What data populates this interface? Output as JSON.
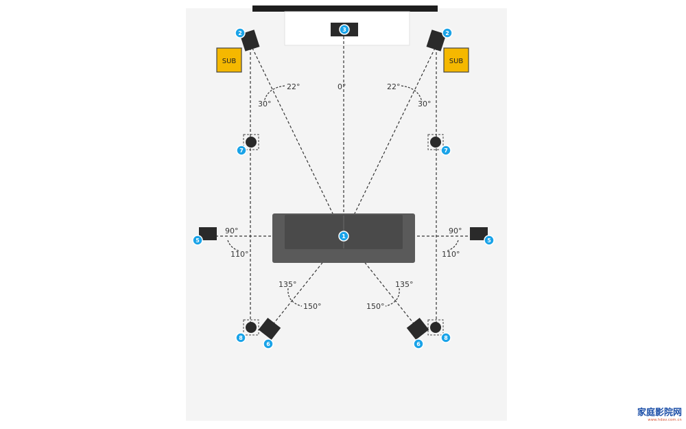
{
  "diagram": {
    "angles": {
      "front_center": "0°",
      "front_left_inner": "22°",
      "front_left_outer": "30°",
      "front_right_inner": "22°",
      "front_right_outer": "30°",
      "side_left_a": "90°",
      "side_left_b": "110°",
      "side_right_a": "90°",
      "side_right_b": "110°",
      "rear_left_a": "135°",
      "rear_left_b": "150°",
      "rear_right_a": "135°",
      "rear_right_b": "150°"
    },
    "subwoofer_label": "SUB",
    "badges": {
      "listener": "1",
      "front_lr": "2",
      "center": "3",
      "surround": "5",
      "rear_surround": "6",
      "front_height": "7",
      "rear_height": "8"
    },
    "colors": {
      "room": "#f4f4f4",
      "badge": "#1aa3e8",
      "subwoofer": "#f5b800",
      "speaker": "#2a2a2a",
      "sofa": "#555555",
      "line": "#333333"
    }
  },
  "watermark": {
    "main": "家庭影院网",
    "sub": "www.hdav.com.cn"
  }
}
